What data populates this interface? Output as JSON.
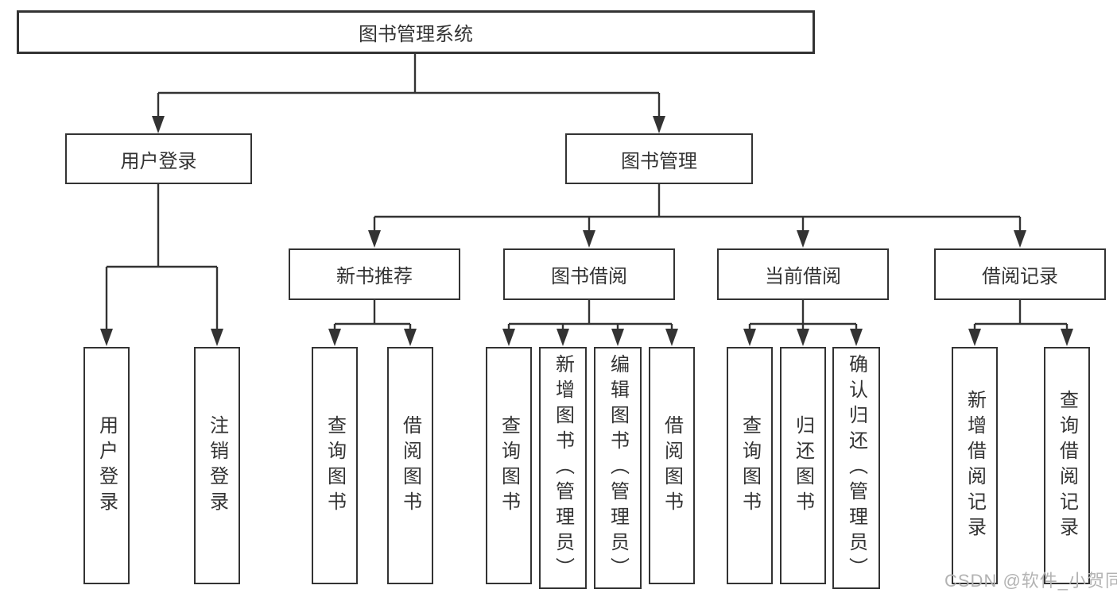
{
  "root": {
    "label": "图书管理系统"
  },
  "level2": [
    {
      "label": "用户登录"
    },
    {
      "label": "图书管理"
    }
  ],
  "level3": [
    {
      "label": "新书推荐"
    },
    {
      "label": "图书借阅"
    },
    {
      "label": "当前借阅"
    },
    {
      "label": "借阅记录"
    }
  ],
  "leaves": [
    {
      "label": "用户登录"
    },
    {
      "label": "注销登录"
    },
    {
      "label": "查询图书"
    },
    {
      "label": "借阅图书"
    },
    {
      "label": "查询图书"
    },
    {
      "label": "新增图书（管理员）"
    },
    {
      "label": "编辑图书（管理员）"
    },
    {
      "label": "借阅图书"
    },
    {
      "label": "查询图书"
    },
    {
      "label": "归还图书"
    },
    {
      "label": "确认归还（管理员）"
    },
    {
      "label": "新增借阅记录"
    },
    {
      "label": "查询借阅记录"
    }
  ],
  "watermark": "CSDN @软件_小贺同学",
  "colors": {
    "line": "#333333",
    "text": "#333333",
    "box_background": "#ffffff",
    "watermark": "#b3b3b3"
  }
}
